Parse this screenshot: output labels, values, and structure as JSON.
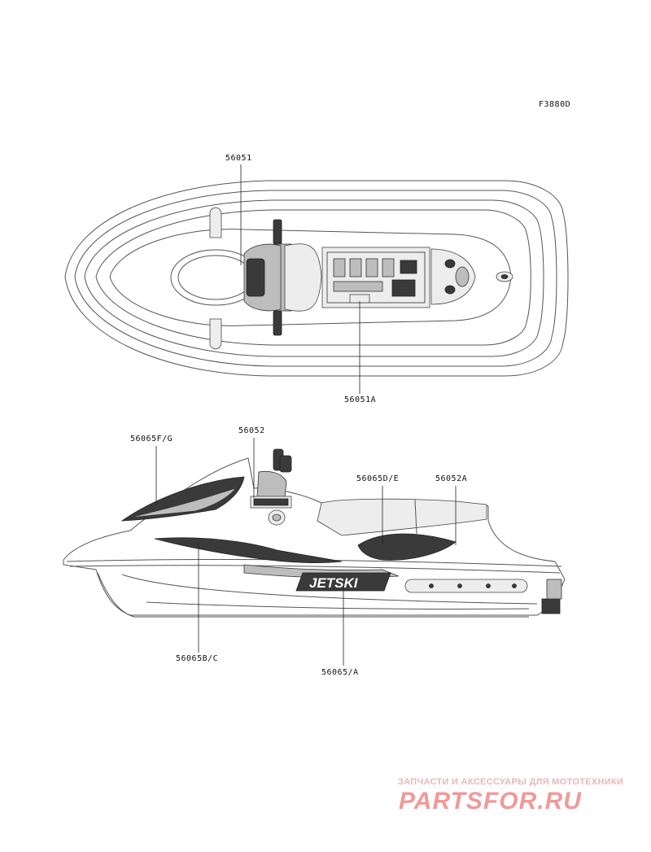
{
  "figure_code": "F3880D",
  "top_view": {
    "callouts": [
      {
        "id": "top-56051",
        "text": "56051"
      },
      {
        "id": "top-56051a",
        "text": "56051A"
      }
    ]
  },
  "side_view": {
    "callouts": [
      {
        "id": "side-56065fg",
        "text": "56065F/G"
      },
      {
        "id": "side-56052",
        "text": "56052"
      },
      {
        "id": "side-56065de",
        "text": "56065D/E"
      },
      {
        "id": "side-56052a",
        "text": "56052A"
      },
      {
        "id": "side-56065bc",
        "text": "56065B/C"
      },
      {
        "id": "side-56065a",
        "text": "56065/A"
      }
    ],
    "decal_text": "JETSKI"
  },
  "watermark": {
    "tagline": "ЗАПЧАСТИ И АКСЕССУАРЫ ДЛЯ МОТОТЕХНИКИ",
    "logo": "PARTSFOR.RU"
  }
}
